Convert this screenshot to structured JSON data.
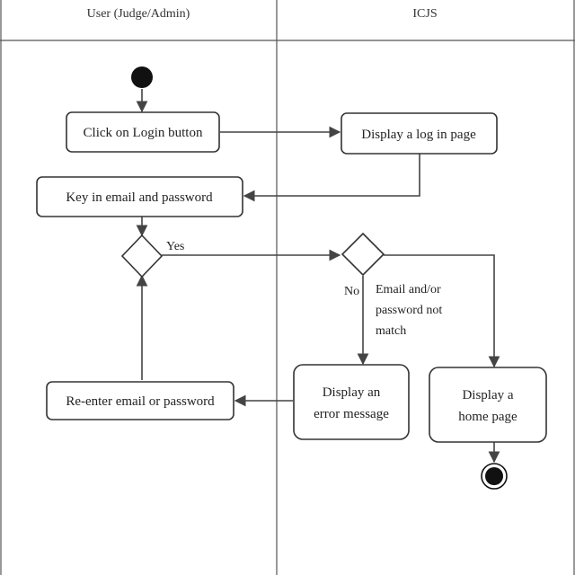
{
  "lanes": {
    "left": "User (Judge/Admin)",
    "right": "ICJS"
  },
  "nodes": {
    "click_login": "Click on Login button",
    "display_login": "Display a log in page",
    "key_in": "Key in email and password",
    "reenter": "Re-enter email or password",
    "error_line1": "Display an",
    "error_line2": "error message",
    "home_line1": "Display a",
    "home_line2": "home page"
  },
  "labels": {
    "yes": "Yes",
    "no": "No",
    "mismatch_line1": "Email and/or",
    "mismatch_line2": "password not",
    "mismatch_line3": "match"
  },
  "colors": {
    "line": "#444444",
    "node_fill": "#ffffff",
    "start_end": "#111111"
  }
}
